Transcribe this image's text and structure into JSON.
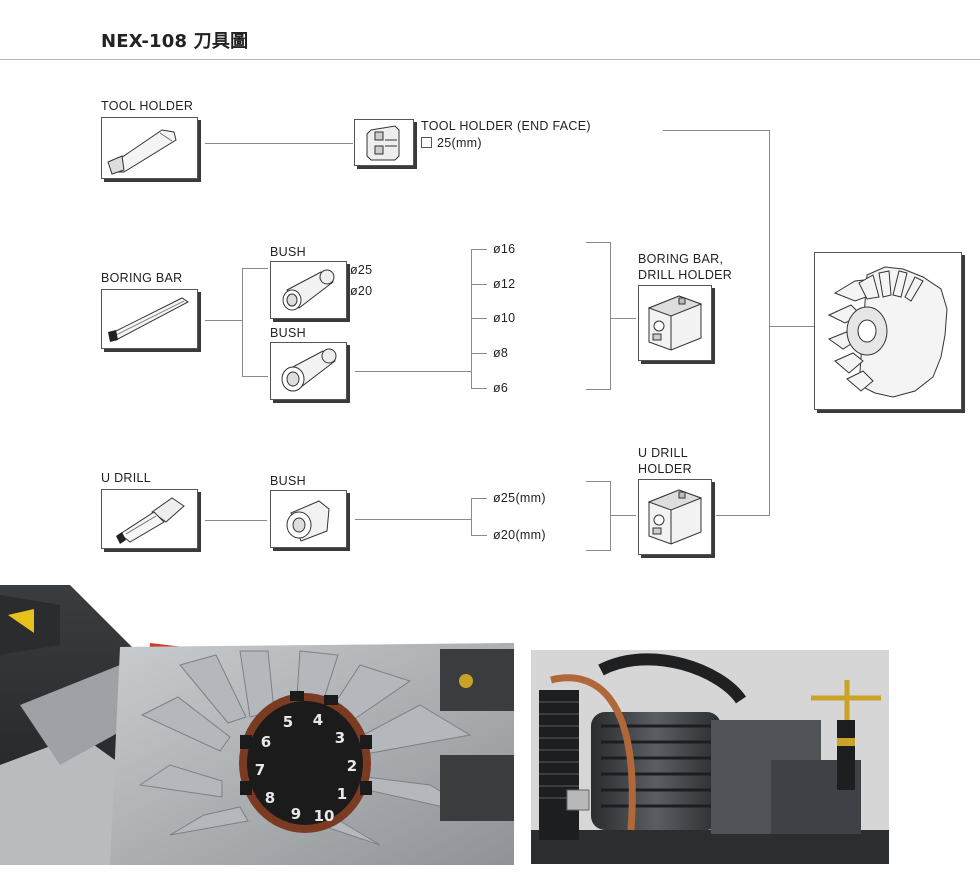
{
  "header": {
    "title": "NEX-108 刀具圖"
  },
  "diagram": {
    "tool_holder": "TOOL HOLDER",
    "tool_holder_end_face": "TOOL HOLDER (END FACE)",
    "tool_holder_end_face_size": "25(mm)",
    "boring_bar": "BORING BAR",
    "bush_1": "BUSH",
    "bush_1_d1": "ø25",
    "bush_1_d2": "ø20",
    "bush_2": "BUSH",
    "diameters": [
      "ø16",
      "ø12",
      "ø10",
      "ø8",
      "ø6"
    ],
    "boring_bar_holder_1": "BORING BAR,",
    "boring_bar_holder_2": "DRILL HOLDER",
    "u_drill": "U DRILL",
    "bush_3": "BUSH",
    "u_drill_diameters": [
      "ø25(mm)",
      "ø20(mm)"
    ],
    "u_drill_holder_1": "U DRILL",
    "u_drill_holder_2": "HOLDER"
  },
  "turret_photo": {
    "station_numbers": [
      "5",
      "4",
      "3",
      "2",
      "1",
      "10",
      "9",
      "8",
      "7",
      "6"
    ]
  }
}
